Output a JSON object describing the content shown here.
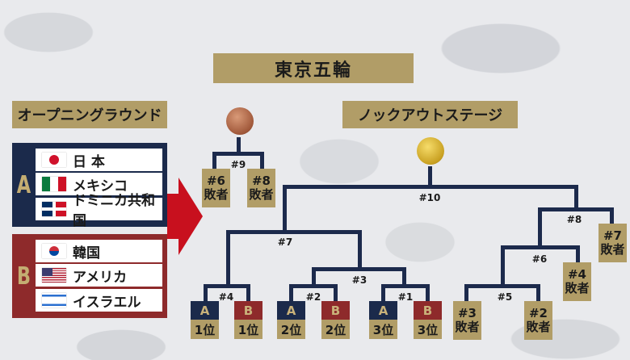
{
  "title": "東京五輪",
  "opening_round": {
    "label": "オープニングラウンド",
    "groups": [
      {
        "letter": "A",
        "teams": [
          {
            "name": "日 本",
            "flag": "japan-flag"
          },
          {
            "name": "メキシコ",
            "flag": "mexico-flag"
          },
          {
            "name": "ドミニカ共和国",
            "flag": "dominican-republic-flag"
          }
        ]
      },
      {
        "letter": "B",
        "teams": [
          {
            "name": "韓国",
            "flag": "korea-flag"
          },
          {
            "name": "アメリカ",
            "flag": "usa-flag"
          },
          {
            "name": "イスラエル",
            "flag": "israel-flag"
          }
        ]
      }
    ]
  },
  "knockout": {
    "label": "ノックアウトステージ",
    "games": {
      "g1": "#1",
      "g2": "#2",
      "g3": "#3",
      "g4": "#4",
      "g5": "#5",
      "g6": "#6",
      "g7": "#7",
      "g8": "#8",
      "g9": "#9",
      "g10": "#10"
    },
    "seeds": [
      {
        "group": "A",
        "rank": "1位"
      },
      {
        "group": "B",
        "rank": "1位"
      },
      {
        "group": "A",
        "rank": "2位"
      },
      {
        "group": "B",
        "rank": "2位"
      },
      {
        "group": "A",
        "rank": "3位"
      },
      {
        "group": "B",
        "rank": "3位"
      }
    ],
    "losers": {
      "l6": {
        "num": "#6",
        "text": "敗者"
      },
      "l8": {
        "num": "#8",
        "text": "敗者"
      },
      "l7": {
        "num": "#7",
        "text": "敗者"
      },
      "l4": {
        "num": "#4",
        "text": "敗者"
      },
      "l3": {
        "num": "#3",
        "text": "敗者"
      },
      "l2": {
        "num": "#2",
        "text": "敗者"
      }
    }
  },
  "colors": {
    "navy": "#1b2a4b",
    "red": "#8e2a2b",
    "gold": "#b19d67",
    "arrow": "#c8101e"
  }
}
